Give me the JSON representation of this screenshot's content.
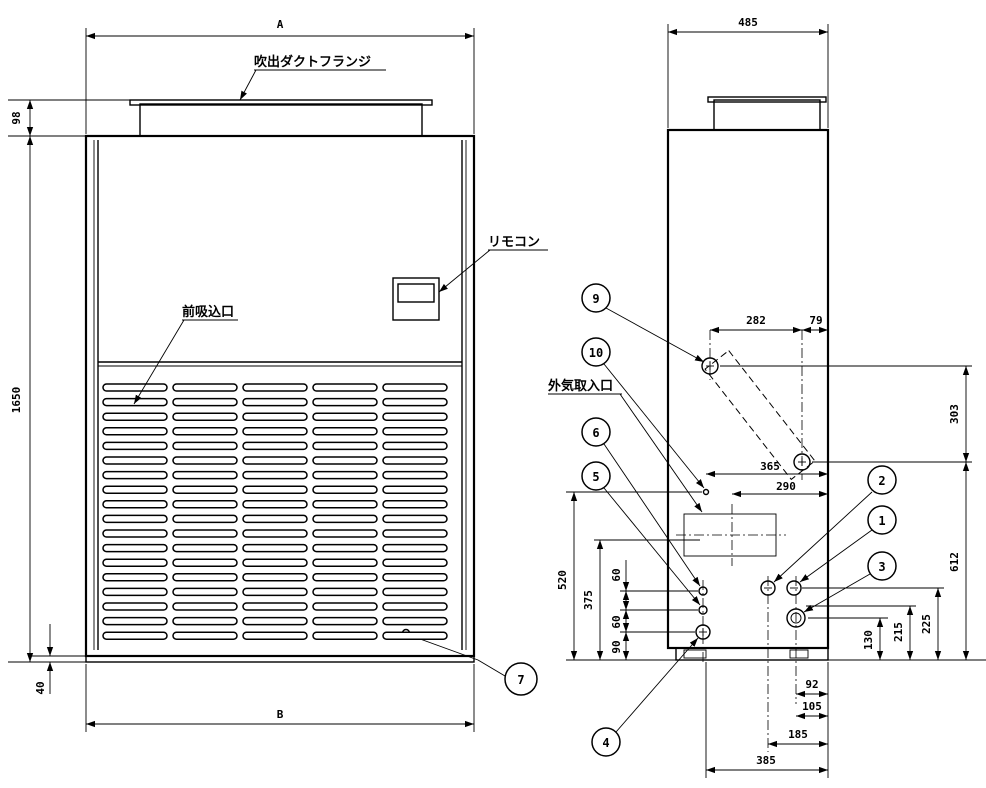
{
  "front_view": {
    "labels": {
      "outlet_duct_flange": "吹出ダクトフランジ",
      "remote_control": "リモコン",
      "front_intake": "前吸込口"
    },
    "dimensions": {
      "width_top": "A",
      "width_bottom": "B",
      "flange_height": "98",
      "body_height": "1650",
      "base_height": "40"
    },
    "callouts": {
      "drain": "7"
    }
  },
  "side_view": {
    "labels": {
      "outside_air_intake": "外気取入口"
    },
    "dimensions": {
      "depth": "485",
      "d282": "282",
      "d79": "79",
      "d303": "303",
      "d365": "365",
      "d290": "290",
      "d612": "612",
      "d520": "520",
      "d375": "375",
      "d60a": "60",
      "d60b": "60",
      "d90": "90",
      "d130": "130",
      "d215": "215",
      "d225": "225",
      "d92": "92",
      "d105": "105",
      "d185": "185",
      "d385": "385"
    },
    "callouts": {
      "c1": "1",
      "c2": "2",
      "c3": "3",
      "c4": "4",
      "c5": "5",
      "c6": "6",
      "c9": "9",
      "c10": "10"
    }
  }
}
